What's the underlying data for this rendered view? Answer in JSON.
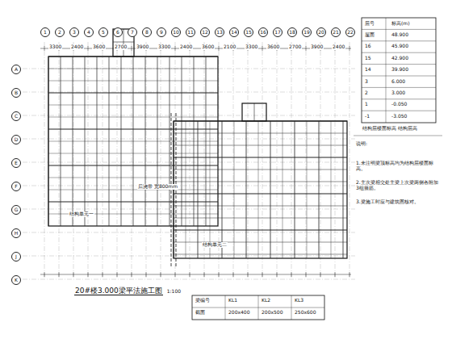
{
  "diagram": {
    "title": "20#楼3.000梁平法施工图",
    "labels": [
      "1",
      "2",
      "3",
      "4",
      "5",
      "6",
      "7",
      "8",
      "9",
      "10",
      "11",
      "12",
      "13",
      "14",
      "15",
      "16",
      "17",
      "18",
      "19",
      "20",
      "21",
      "22",
      "A",
      "B",
      "C",
      "D",
      "E",
      "F",
      "G",
      "H",
      "J",
      "K",
      "3300",
      "2400",
      "3600",
      "2700",
      "3900",
      "3300",
      "2400",
      "3600",
      "2100",
      "3300",
      "3600",
      "2700",
      "3900",
      "2400",
      "结构单元一",
      "结构单元二",
      "后浇带 宽800mm",
      "层号",
      "标高(m)",
      "屋面",
      "48.900",
      "16",
      "45.900",
      "15",
      "42.900",
      "14",
      "39.900",
      "3",
      "6.000",
      "2",
      "3.000",
      "1",
      "-0.050",
      "-1",
      "-3.050",
      "结构层楼面标高 结构层高",
      "说明:",
      "1.未注明梁顶标高均为结构层楼面标高。",
      "2.主次梁相交处主梁上次梁两侧各附加3组箍筋。",
      "3.梁施工时应与建筑图核对。",
      "梁编号",
      "KL1",
      "KL2",
      "KL3",
      "截面",
      "200x400",
      "200x500",
      "250x600",
      "1:100"
    ]
  }
}
